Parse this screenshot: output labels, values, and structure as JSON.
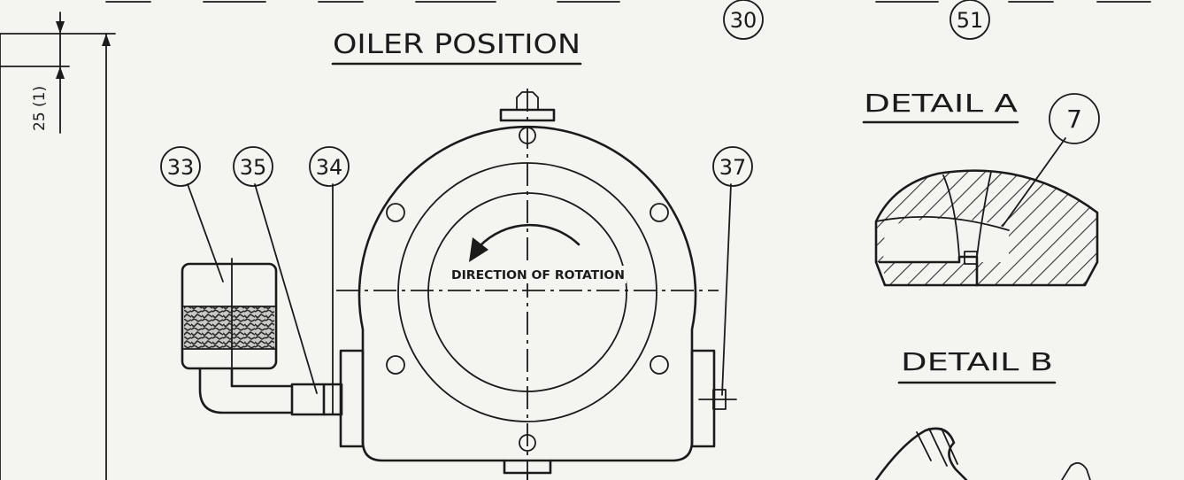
{
  "views": {
    "main": {
      "title": "OILER POSITION",
      "rotation_text": "DIRECTION OF ROTATION"
    },
    "detail_a": {
      "title": "DETAIL A"
    },
    "detail_b": {
      "title": "DETAIL B"
    }
  },
  "dimension": {
    "text": "25 (1)"
  },
  "balloons": {
    "b30": "30",
    "b51": "51",
    "b7": "7",
    "b33": "33",
    "b35": "35",
    "b34": "34",
    "b37": "37"
  }
}
